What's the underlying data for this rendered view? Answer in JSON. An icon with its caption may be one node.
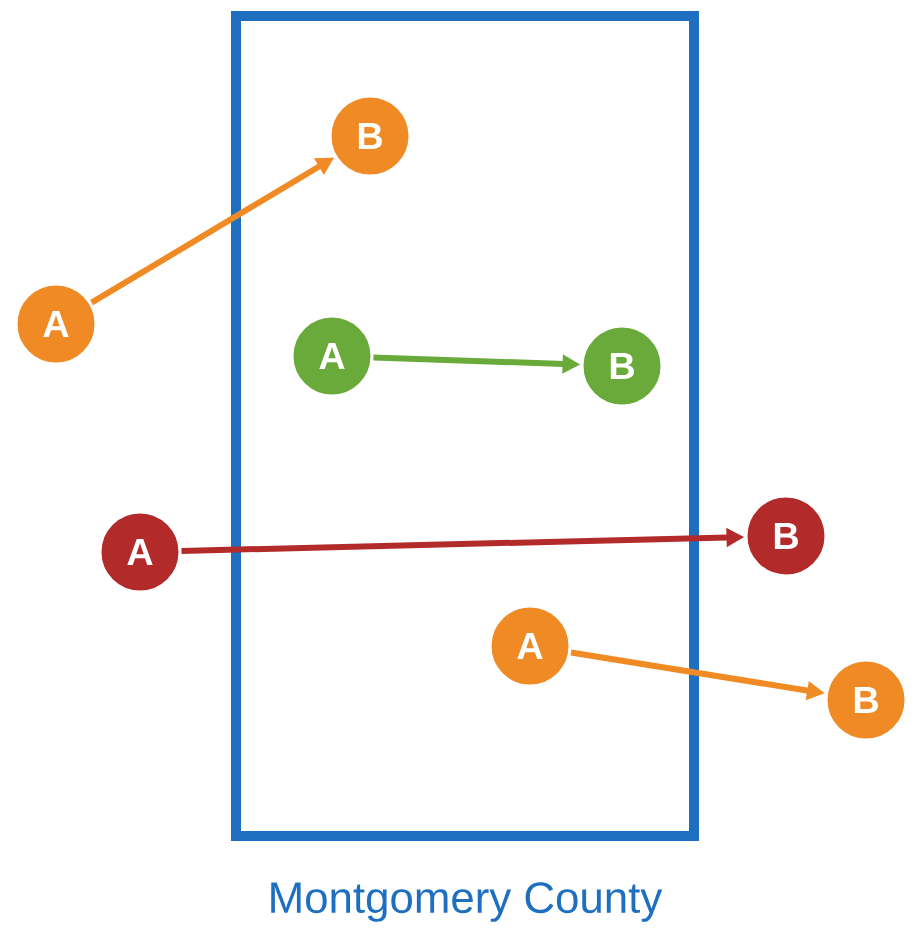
{
  "diagram": {
    "nodes": [
      {
        "text": [
          "Montgomery County"
        ]
      },
      {
        "text": [
          "B"
        ],
        "in": 0
      },
      {
        "text": [
          "A"
        ]
      },
      {
        "text": [
          "A"
        ],
        "in": 0
      },
      {
        "text": [
          "B"
        ],
        "in": 0
      },
      {
        "text": [
          "A"
        ]
      },
      {
        "text": [
          "B"
        ]
      },
      {
        "text": [
          "A"
        ],
        "in": 0
      },
      {
        "text": [
          "B"
        ]
      }
    ],
    "edges": [
      {
        "from": 2,
        "to": 1,
        "arrow": "to"
      },
      {
        "from": 3,
        "to": 4,
        "arrow": "to",
        "color": "#6aaa3a"
      },
      {
        "from": 5,
        "to": 6,
        "arrow": "to",
        "color": "#b22a2a"
      },
      {
        "from": 7,
        "to": 8,
        "arrow": "to"
      }
    ]
  }
}
